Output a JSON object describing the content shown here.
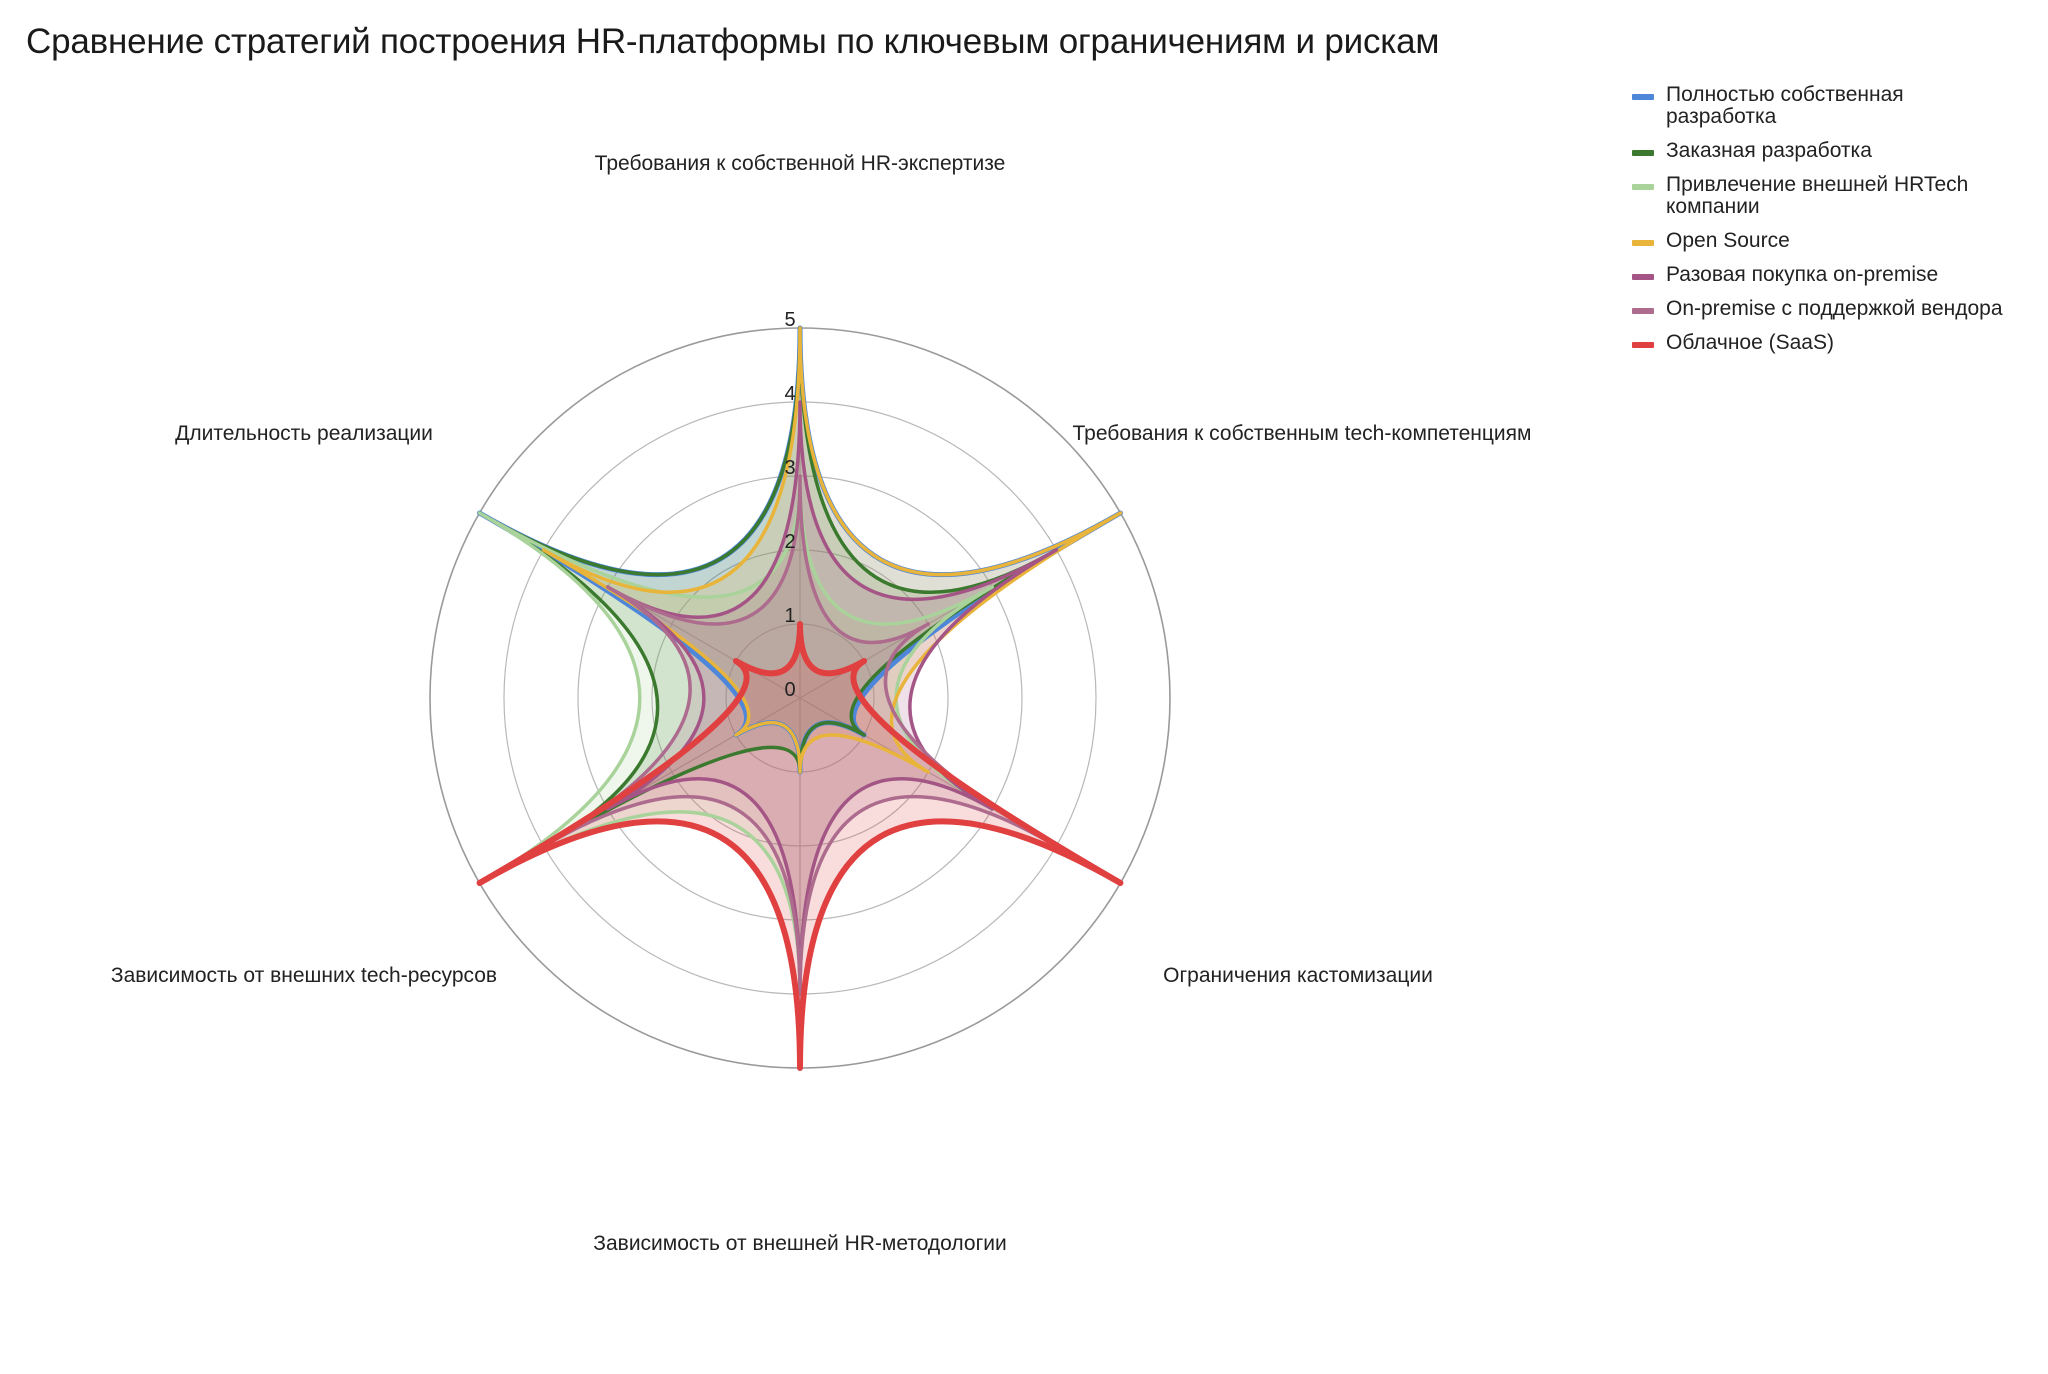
{
  "chart_data": {
    "type": "radar",
    "title": "Сравнение стратегий построения HR-платформы по ключевым ограничениям и рискам",
    "axes": [
      "Требования к собственной HR-экспертизе",
      "Требования к собственным tech-компетенциям",
      "Ограничения кастомизации",
      "Зависимость от внешней HR-методологии",
      "Зависимость от внешних tech-ресурсов",
      "Длительность реализации"
    ],
    "r_ticks": [
      "0",
      "1",
      "2",
      "3",
      "4",
      "5"
    ],
    "r_range": [
      0,
      5
    ],
    "legend_position": "top-right",
    "series": [
      {
        "name": "Полностью собственная разработка",
        "color": "#4e86d9",
        "values": [
          5,
          5,
          1,
          1,
          1,
          5
        ]
      },
      {
        "name": "Заказная разработка",
        "color": "#3b7a2e",
        "values": [
          5,
          4,
          1,
          1,
          4,
          5
        ]
      },
      {
        "name": "Привлечение внешней HRTech компании",
        "color": "#a9d39b",
        "values": [
          3,
          3,
          3,
          4,
          5,
          5
        ]
      },
      {
        "name": "Open Source",
        "color": "#e9b43a",
        "values": [
          5,
          5,
          2,
          1,
          1,
          4
        ]
      },
      {
        "name": "Разовая покупка on-premise",
        "color": "#a45586",
        "values": [
          4,
          4,
          3,
          4,
          3,
          3
        ]
      },
      {
        "name": "On-premise с поддержкой вендора",
        "color": "#ad6b8d",
        "values": [
          3,
          2,
          4,
          4,
          4,
          3
        ]
      },
      {
        "name": "Облачное (SaaS)",
        "color": "#e04040",
        "values": [
          1,
          1,
          5,
          5,
          5,
          1
        ]
      }
    ]
  }
}
